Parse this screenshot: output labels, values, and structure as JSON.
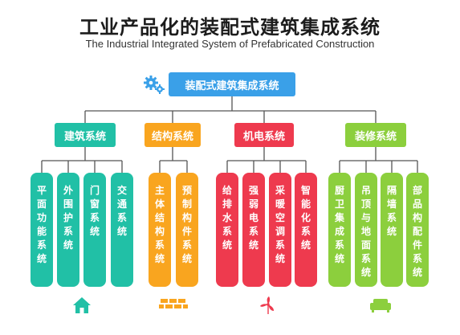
{
  "title": "工业产品化的装配式建筑集成系统",
  "subtitle": "The Industrial Integrated System of Prefabricated Construction",
  "root": {
    "label": "装配式建筑集成系统",
    "icon": "gears-icon"
  },
  "colors": {
    "root": "#3aa0e8",
    "architecture": "#21c0a6",
    "structure": "#f9a51f",
    "mep": "#ee3a4e",
    "decoration": "#8ccf3d",
    "line": "#555555"
  },
  "categories": [
    {
      "label": "建筑系统",
      "icon": "house-icon",
      "items": [
        "平面功能系统",
        "外围护系统",
        "门窗系统",
        "交通系统"
      ]
    },
    {
      "label": "结构系统",
      "icon": "bricks-icon",
      "items": [
        "主体结构系统",
        "预制构件系统"
      ]
    },
    {
      "label": "机电系统",
      "icon": "fan-icon",
      "items": [
        "给排水系统",
        "强弱电系统",
        "采暖空调系统",
        "智能化系统"
      ]
    },
    {
      "label": "装修系统",
      "icon": "sofa-icon",
      "items": [
        "厨卫集成系统",
        "吊顶与地面系统",
        "隔墙系统",
        "部品构配件系统"
      ]
    }
  ]
}
